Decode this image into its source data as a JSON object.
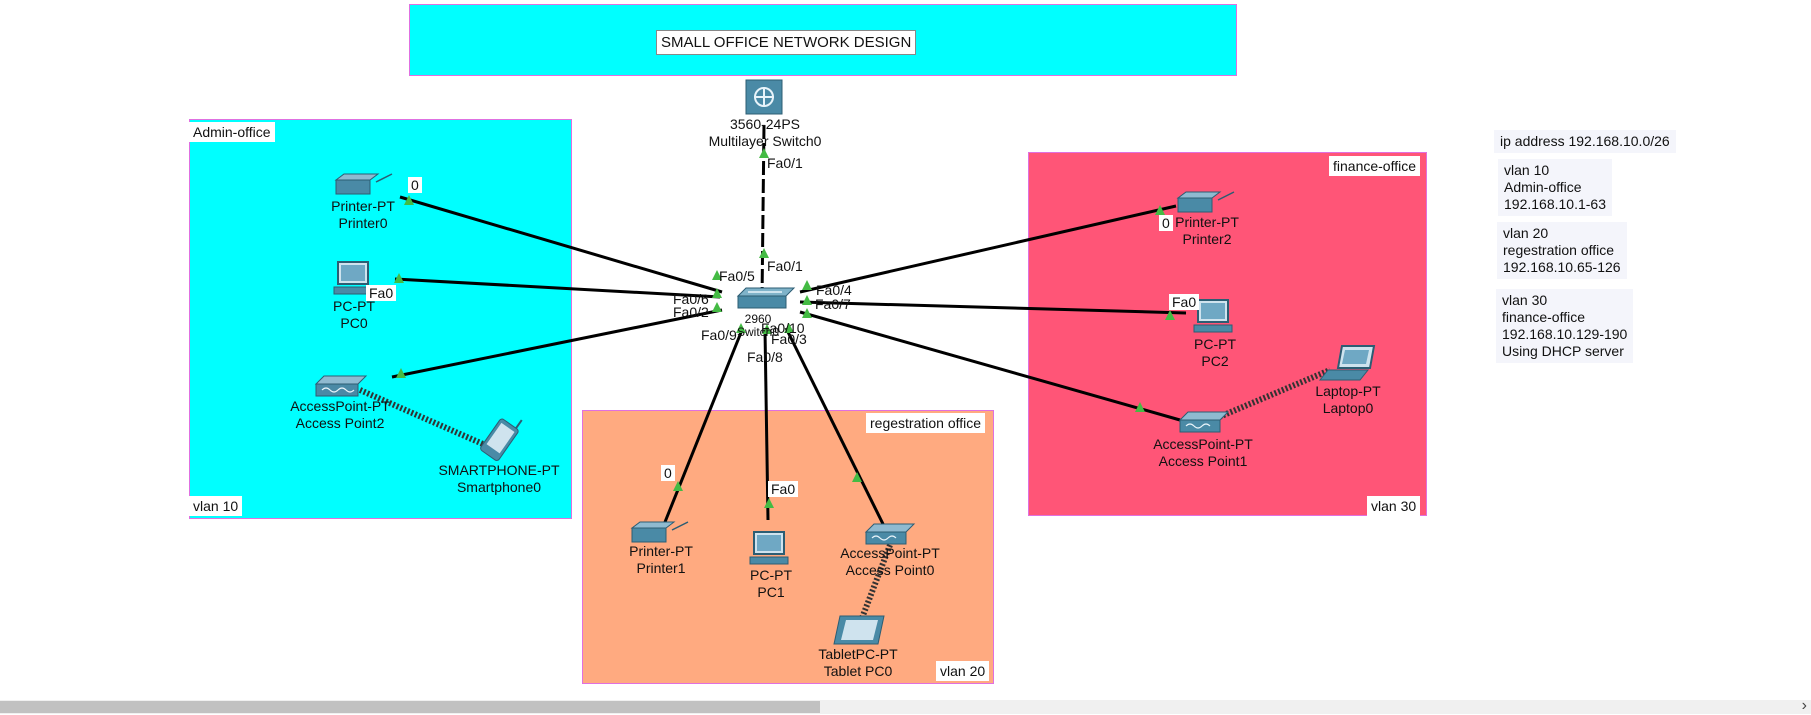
{
  "title": "SMALL OFFICE NETWORK DESIGN",
  "zones": {
    "admin": {
      "name": "Admin-office",
      "vlan": "vlan 10",
      "color": "#00ffff"
    },
    "registration": {
      "name": "regestration office",
      "vlan": "vlan 20",
      "color": "#ffaa80"
    },
    "finance": {
      "name": "finance-office",
      "vlan": "vlan 30",
      "color": "#ff5577"
    },
    "banner_color": "#00ffff"
  },
  "devices": {
    "multilayer_switch": {
      "model": "3560-24PS",
      "name": "Multilayer Switch0",
      "port": "Fa0/1"
    },
    "core_switch": {
      "model": "2960",
      "name": "Switch0"
    },
    "printer0": {
      "model": "Printer-PT",
      "name": "Printer0",
      "port": "0"
    },
    "pc0": {
      "model": "PC-PT",
      "name": "PC0",
      "port": "Fa0"
    },
    "access_point2": {
      "model": "AccessPoint-PT",
      "name": "Access Point2"
    },
    "smartphone0": {
      "model": "SMARTPHONE-PT",
      "name": "Smartphone0"
    },
    "printer1": {
      "model": "Printer-PT",
      "name": "Printer1",
      "port": "0"
    },
    "pc1": {
      "model": "PC-PT",
      "name": "PC1",
      "port": "Fa0"
    },
    "access_point0": {
      "model": "AccessPoint-PT",
      "name": "Access Point0"
    },
    "tablet_pc0": {
      "model": "TabletPC-PT",
      "name": "Tablet PC0"
    },
    "printer2": {
      "model": "Printer-PT",
      "name": "Printer2",
      "port": "0"
    },
    "pc2": {
      "model": "PC-PT",
      "name": "PC2",
      "port": "Fa0"
    },
    "access_point1": {
      "model": "AccessPoint-PT",
      "name": "Access Point1"
    },
    "laptop0": {
      "model": "Laptop-PT",
      "name": "Laptop0"
    }
  },
  "switch_ports": {
    "uplink": "Fa0/1",
    "fa05": "Fa0/5",
    "fa06": "Fa0/6",
    "fa02": "Fa0/2",
    "fa09": "Fa0/9",
    "fa04": "Fa0/4",
    "fa07": "Fa0/7",
    "fa010": "Fa0/10",
    "fa03": "Fa0/3",
    "fa08": "Fa0/8"
  },
  "notes": {
    "ip": "ip address 192.168.10.0/26",
    "vlan10": [
      "vlan 10",
      "Admin-office",
      "192.168.10.1-63"
    ],
    "vlan20": [
      "vlan 20",
      "regestration office",
      "192.168.10.65-126"
    ],
    "vlan30": [
      "vlan 30",
      "finance-office",
      "192.168.10.129-190",
      "Using DHCP server"
    ]
  },
  "colors": {
    "link": "#000000",
    "link_indicator": "#44bb44",
    "device": "#4a8aa6"
  }
}
